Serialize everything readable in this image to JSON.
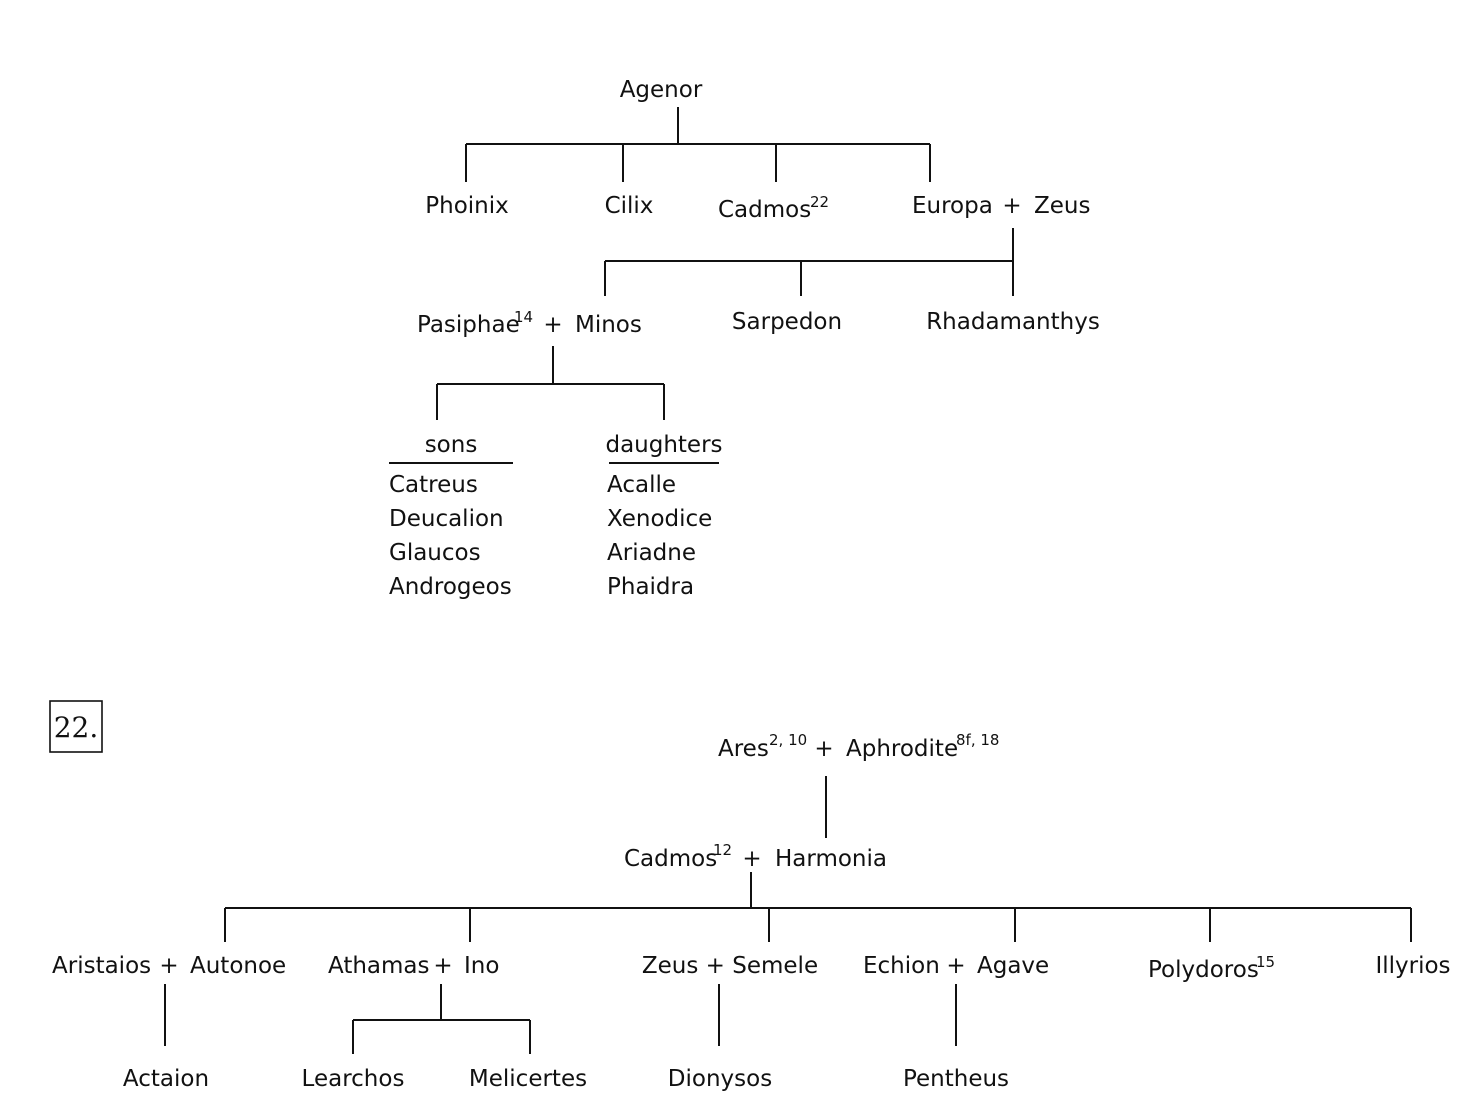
{
  "family_tree_21": {
    "root": "Agenor",
    "children": {
      "phoinix": "Phoinix",
      "cilix": "Cilix",
      "cadmos": "Cadmos",
      "cadmos_ref": "22",
      "europa": "Europa",
      "plus": "+",
      "zeus": "Zeus"
    },
    "europa_zeus_children": {
      "pasiphae": "Pasiphae",
      "pasiphae_ref": "14",
      "minos": "Minos",
      "sarpedon": "Sarpedon",
      "rhadamanthys": "Rhadamanthys"
    },
    "minos_children": {
      "sons_heading": "sons",
      "daughters_heading": "daughters",
      "sons": [
        "Catreus",
        "Deucalion",
        "Glaucos",
        "Androgeos"
      ],
      "daughters": [
        "Acalle",
        "Xenodice",
        "Ariadne",
        "Phaidra"
      ]
    }
  },
  "family_tree_22": {
    "section_number": "22.",
    "grandparents": {
      "ares": "Ares",
      "ares_ref": "2, 10",
      "aphrodite": "Aphrodite",
      "aphrodite_ref": "8f, 18"
    },
    "parents": {
      "cadmos": "Cadmos",
      "cadmos_ref": "12",
      "harmonia": "Harmonia"
    },
    "children": {
      "aristaios": "Aristaios",
      "autonoe": "Autonoe",
      "athamas": "Athamas",
      "ino": "Ino",
      "zeus_semele": "Zeus + Semele",
      "echion": "Echion",
      "agave": "Agave",
      "polydoros": "Polydoros",
      "polydoros_ref": "15",
      "illyrios": "Illyrios"
    },
    "grandchildren": {
      "actaion": "Actaion",
      "learchos": "Learchos",
      "melicertes": "Melicertes",
      "dionysos": "Dionysos",
      "pentheus": "Pentheus"
    }
  }
}
